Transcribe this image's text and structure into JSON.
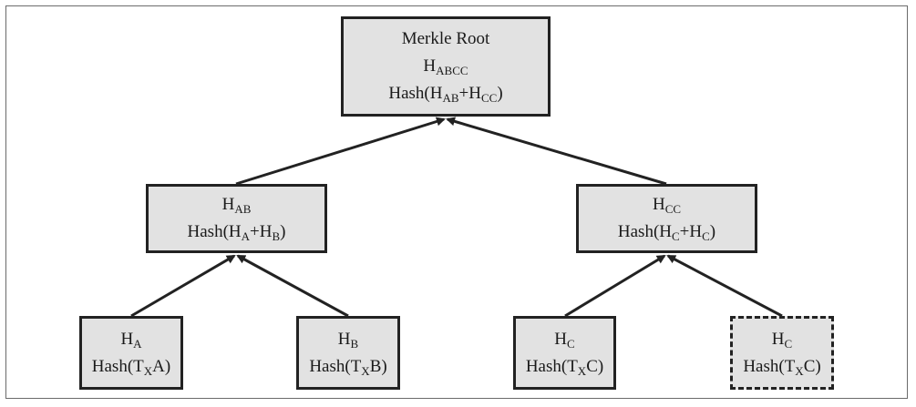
{
  "nodes": {
    "root": {
      "title": "Merkle Root",
      "hash": {
        "base": "H",
        "sub": "ABCC"
      },
      "formula": {
        "pre": "Hash(H",
        "sub1": "AB",
        "mid": "+H",
        "sub2": "CC",
        "post": ")"
      }
    },
    "hab": {
      "hash": {
        "base": "H",
        "sub": "AB"
      },
      "formula": {
        "pre": "Hash(H",
        "sub1": "A",
        "mid": "+H",
        "sub2": "B",
        "post": ")"
      }
    },
    "hcc": {
      "hash": {
        "base": "H",
        "sub": "CC"
      },
      "formula": {
        "pre": "Hash(H",
        "sub1": "C",
        "mid": "+H",
        "sub2": "C",
        "post": ")"
      }
    },
    "ha": {
      "hash": {
        "base": "H",
        "sub": "A"
      },
      "formula": {
        "pre": "Hash(T",
        "sub": "X",
        "post": "A)"
      }
    },
    "hb": {
      "hash": {
        "base": "H",
        "sub": "B"
      },
      "formula": {
        "pre": "Hash(T",
        "sub": "X",
        "post": "B)"
      }
    },
    "hc": {
      "hash": {
        "base": "H",
        "sub": "C"
      },
      "formula": {
        "pre": "Hash(T",
        "sub": "X",
        "post": "C)"
      }
    },
    "hc_dup": {
      "hash": {
        "base": "H",
        "sub": "C"
      },
      "formula": {
        "pre": "Hash(T",
        "sub": "X",
        "post": "C)"
      }
    }
  },
  "colors": {
    "node_fill": "#e2e2e2",
    "stroke": "#222222",
    "frame": "#6b6b6b"
  }
}
